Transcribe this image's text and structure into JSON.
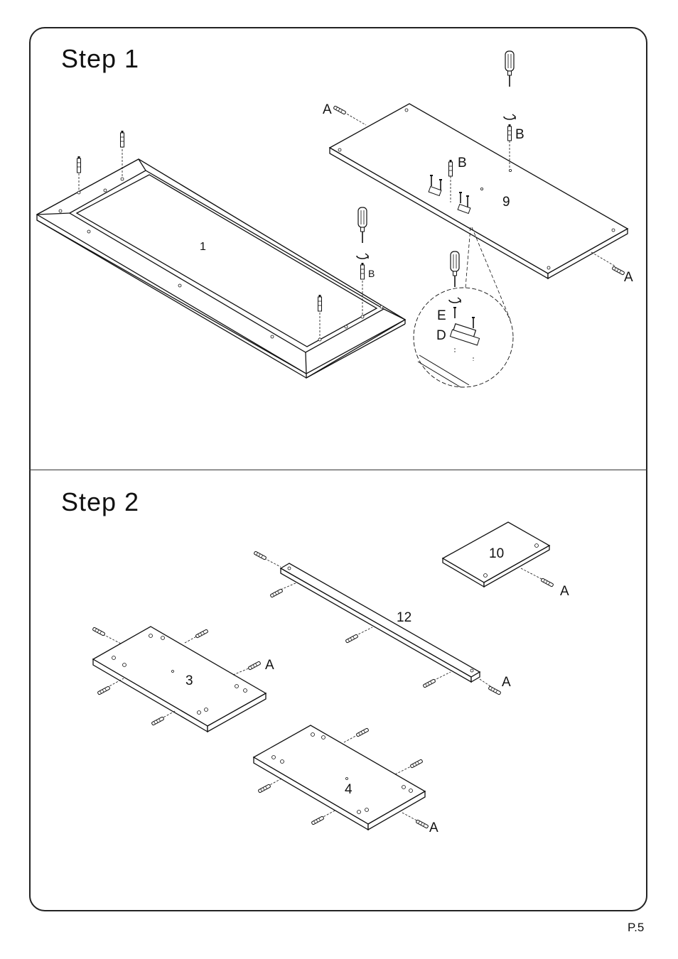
{
  "step1": {
    "title": "Step  1",
    "labels": {
      "part_1": "1",
      "part_9": "9",
      "hw_a_top": "A",
      "hw_a_right": "A",
      "hw_b_top": "B",
      "hw_b_mid": "B",
      "hw_b_left": "B",
      "hw_e": "E",
      "hw_d": "D"
    }
  },
  "step2": {
    "title": "Step  2",
    "labels": {
      "part_10": "10",
      "part_12": "12",
      "part_3": "3",
      "part_4": "4",
      "hw_a_10": "A",
      "hw_a_12": "A",
      "hw_a_3": "A",
      "hw_a_4": "A"
    }
  },
  "page_number": "P.5"
}
